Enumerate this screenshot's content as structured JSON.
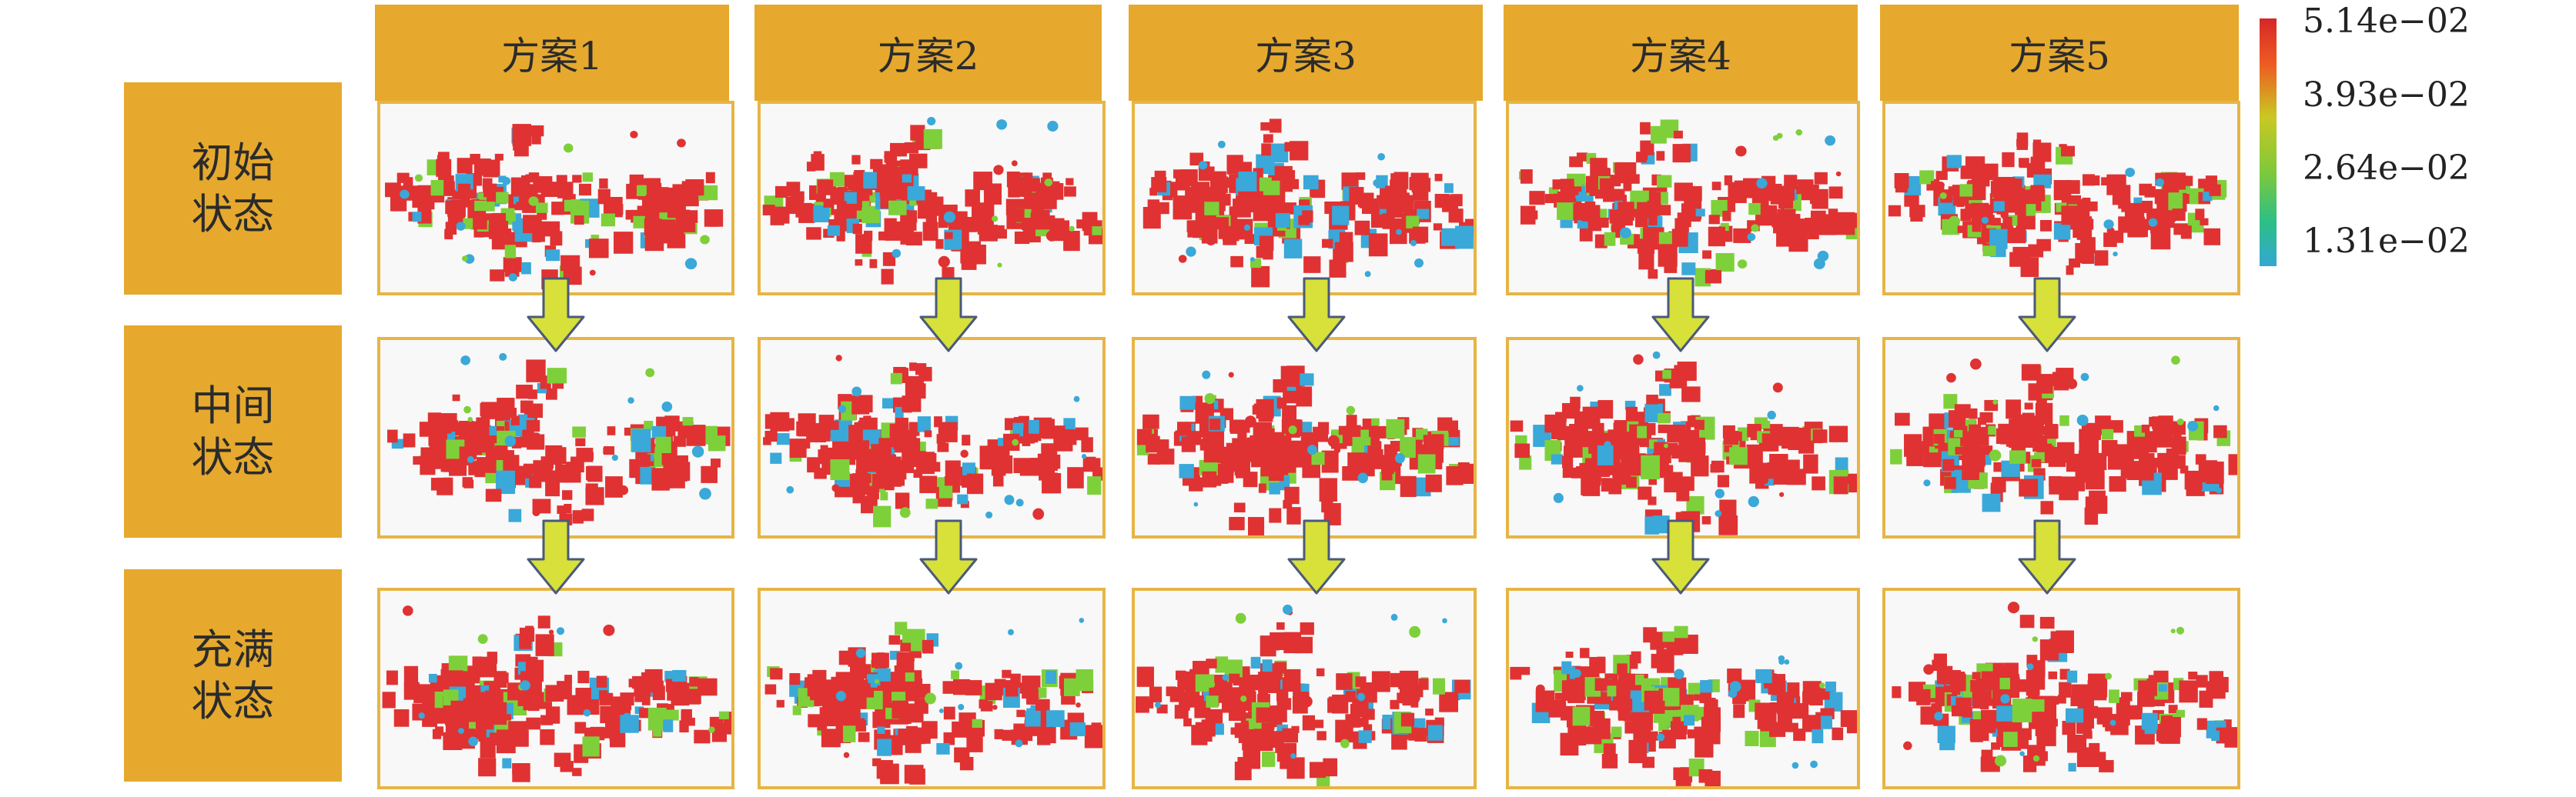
{
  "columns": [
    {
      "label": "方案1"
    },
    {
      "label": "方案2"
    },
    {
      "label": "方案3"
    },
    {
      "label": "方案4"
    },
    {
      "label": "方案5"
    }
  ],
  "rows": [
    {
      "label": "初始\n状态"
    },
    {
      "label": "中间\n状态"
    },
    {
      "label": "充满\n状态"
    }
  ],
  "colorbar": {
    "ticks": [
      "5.14e−02",
      "3.93e−02",
      "2.64e−02",
      "1.31e−02"
    ],
    "colors": [
      "#d62728",
      "#c9c823",
      "#7ec93a",
      "#32a7d3"
    ]
  },
  "colors": {
    "header_bg": "#E6A92E",
    "panel_border": "#E6B545",
    "arrow_fill": "#D8E03A",
    "arrow_stroke": "#4a5a7a",
    "particle_high": "#E03232",
    "particle_mid": "#7ED03A",
    "particle_low": "#3AA8D8"
  }
}
